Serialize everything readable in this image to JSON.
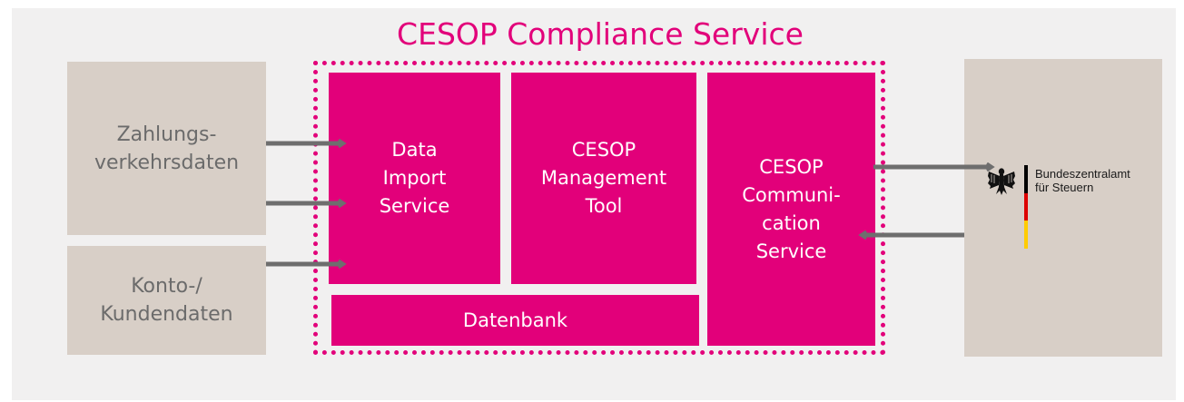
{
  "diagram": {
    "title": "CESOP Compliance Service",
    "sources": {
      "payment_data": "Zahlungs-\nverkehrsdaten",
      "account_data": "Konto-/\nKundendaten"
    },
    "components": {
      "data_import": "Data\nImport\nService",
      "management_tool": "CESOP\nManagement\nTool",
      "communication": "CESOP\nCommuni-\ncation\nService",
      "database": "Datenbank"
    },
    "authority": {
      "name": "Bundeszentralamt\nfür Steuern"
    }
  },
  "colors": {
    "magenta": "#e2007a",
    "taupe": "#d8cfc7",
    "background": "#f1f0f0",
    "arrow": "#6e6e6e",
    "flag_black": "#000000",
    "flag_red": "#dd0000",
    "flag_gold": "#ffcc00"
  }
}
